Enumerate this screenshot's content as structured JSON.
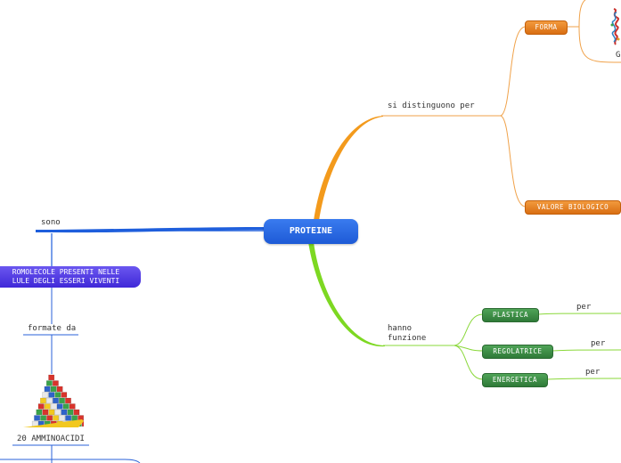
{
  "map": {
    "central": "PROTEINE",
    "left": {
      "sono_label": "sono",
      "macro_line1": "ROMOLECOLE PRESENTI NELLE",
      "macro_line2": "LULE DEGLI ESSERI VIVENTI",
      "formate_label": "formate da",
      "amino_label": "20 AMMINOACIDI"
    },
    "right": {
      "distinguono_label": "si distinguono per",
      "forma": "FORMA",
      "forma_partial": "G",
      "valore": "VALORE BIOLOGICO",
      "funzione_label_1": "hanno",
      "funzione_label_2": "funzione",
      "plastica": "PLASTICA",
      "regolatrice": "REGOLATRICE",
      "energetica": "ENERGETICA",
      "per1": "per",
      "per2": "per",
      "per3": "per"
    }
  },
  "colors": {
    "central_blue": "#1f5fdc",
    "orange": "#f0922e",
    "green": "#7cdc1e",
    "dark_green": "#3d8a44",
    "macro_purple": "#4a35e0",
    "line_blue": "#2a62d8"
  },
  "icons": {
    "lego": "lego-pyramid-image",
    "protein": "protein-structure-image"
  }
}
